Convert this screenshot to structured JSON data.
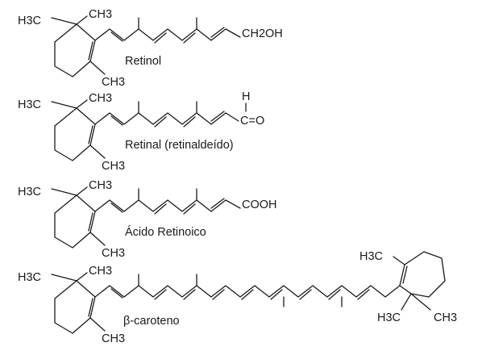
{
  "molecules": [
    {
      "name": "Retinol",
      "end_group": "CH2OH",
      "labels": {
        "ring_methyl_a": "H3C",
        "ring_methyl_b": "CH3",
        "ring_methyl_c": "CH3"
      }
    },
    {
      "name": "Retinal (retinaldeído)",
      "end_group_h": "H",
      "end_group": "C=O",
      "labels": {
        "ring_methyl_a": "H3C",
        "ring_methyl_b": "CH3",
        "ring_methyl_c": "CH3"
      }
    },
    {
      "name": "Ácido Retinoico",
      "end_group": "COOH",
      "labels": {
        "ring_methyl_a": "H3C",
        "ring_methyl_b": "CH3",
        "ring_methyl_c": "CH3"
      }
    },
    {
      "name": "β-caroteno",
      "labels": {
        "ring_methyl_a": "H3C",
        "ring_methyl_b": "CH3",
        "ring_methyl_c": "CH3",
        "ring2_methyl_top": "H3C",
        "ring2_methyl_a": "H3C",
        "ring2_methyl_b": "CH3"
      }
    }
  ],
  "colors": {
    "line": "#1a1a1a",
    "background": "#ffffff"
  }
}
